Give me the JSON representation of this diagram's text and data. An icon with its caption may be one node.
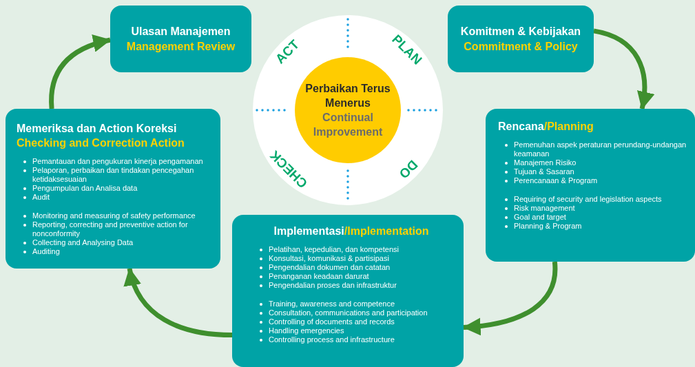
{
  "diagram": {
    "nodes": [
      {
        "text": [
          "Ulasan Manajemen",
          "Management Review"
        ]
      },
      {
        "text": [
          "Komitmen & Kebijakan",
          "Commitment & Policy"
        ]
      },
      {
        "text": [
          "Rencana",
          "/Planning",
          "Pemenuhan aspek peraturan perundang-undangan keamanan",
          "Manajemen Risiko",
          "Tujuan & Sasaran",
          "Perencanaan & Program",
          "Requiring of security and legislation aspects",
          "Risk management",
          "Goal and target",
          "Planning & Program"
        ]
      },
      {
        "text": [
          "Implementasi",
          "/Implementation",
          "Pelatihan, kepedulian, dan kompetensi",
          "Konsultasi, komunikasi & partisipasi",
          "Pengendalian dokumen dan catatan",
          "Penanganan keadaan darurat",
          "Pengendalian proses dan infrastruktur",
          "Training, awareness and competence",
          "Consultation, communications and participation",
          "Controlling of documents and records",
          "Handling emergencies",
          "Controlling process and infrastructure"
        ]
      },
      {
        "text": [
          "Memeriksa dan Action Koreksi",
          "Checking and Correction Action",
          "Pemantauan dan pengukuran kinerja pengamanan",
          "Pelaporan, perbaikan dan tindakan pencegahan ketidaksesuaian",
          "Pengumpulan dan Analisa data",
          "Audit",
          "Monitoring and measuring of safety performance",
          "Reporting, correcting and preventive action for nonconformity",
          "Collecting and Analysing Data",
          "Auditing"
        ]
      },
      {
        "text": [
          "ACT",
          "PLAN",
          "CHECK",
          "DO"
        ]
      },
      {
        "text": [
          "Perbaikan Terus Menerus",
          "Continual Improvement"
        ],
        "in": 5
      }
    ],
    "edges": [
      {
        "from": 1,
        "to": 2,
        "arrow": "to"
      },
      {
        "from": 2,
        "to": 3,
        "arrow": "to"
      },
      {
        "from": 3,
        "to": 4,
        "arrow": "to"
      },
      {
        "from": 4,
        "to": 0,
        "arrow": "to"
      }
    ]
  }
}
